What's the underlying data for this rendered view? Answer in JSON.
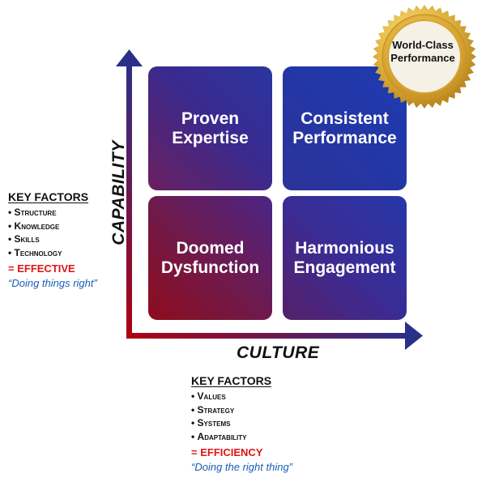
{
  "quadrants": {
    "top_left": "Proven\nExpertise",
    "top_right": "Consistent\nPerformance",
    "bottom_left": "Doomed\nDysfunction",
    "bottom_right": "Harmonious\nEngagement"
  },
  "axes": {
    "y_label": "CAPABILITY",
    "x_label": "CULTURE"
  },
  "capability_factors": {
    "title": "KEY FACTORS",
    "items": [
      "Structure",
      "Knowledge",
      "Skills",
      "Technology"
    ],
    "result": "= EFFECTIVE",
    "quote": "“Doing things right”"
  },
  "culture_factors": {
    "title": "KEY FACTORS",
    "items": [
      "Values",
      "Strategy",
      "Systems",
      "Adaptability"
    ],
    "result": "= EFFICIENCY",
    "quote": "“Doing the right thing”"
  },
  "seal": {
    "text": "World-Class\nPerformance"
  },
  "colors": {
    "axis_gradient_start": "#b00010",
    "axis_gradient_end": "#2a2f8a",
    "result_red": "#e01414",
    "quote_blue": "#1a5fb4",
    "seal_gold": "#d9a933"
  }
}
